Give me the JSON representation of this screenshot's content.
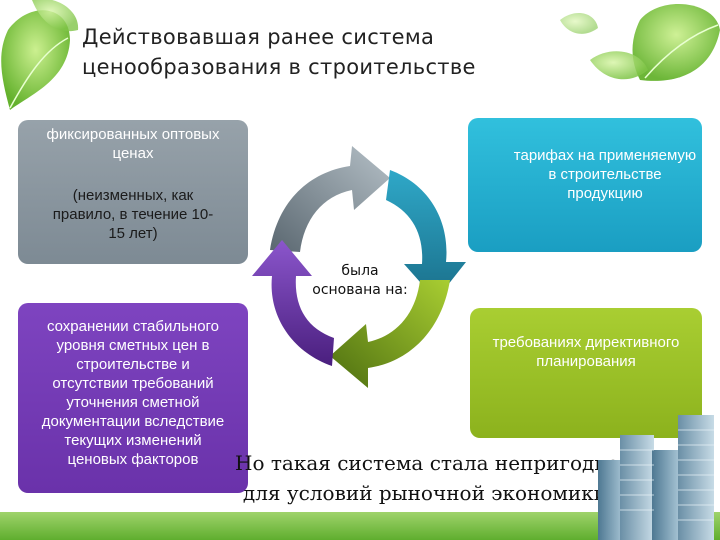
{
  "title": {
    "line1": "Действовавшая ранее система",
    "line2": "ценообразования в строительстве"
  },
  "center": {
    "line1": "была",
    "line2": "основана на:"
  },
  "boxes": {
    "top_left": {
      "lines_a": [
        "фиксированных оптовых",
        "ценах"
      ],
      "lines_b": [
        "(неизменных, как",
        "правило, в течение 10-",
        "15 лет)"
      ]
    },
    "top_right": {
      "lines": [
        "тарифах на применяемую",
        "в строительстве",
        "продукцию"
      ]
    },
    "bottom_left": {
      "lines": [
        "сохранении стабильного",
        "уровня сметных цен в",
        "строительстве и",
        "отсутствии требований",
        "уточнения сметной",
        "документации вследствие",
        "текущих изменений",
        "ценовых факторов"
      ]
    },
    "bottom_right": {
      "lines": [
        "требованиях директивного",
        "планирования"
      ]
    }
  },
  "footnote": {
    "line1": "Но такая система стала непригодна",
    "line2": "для условий рыночной экономики"
  },
  "colors": {
    "gray_box": "#8a959e",
    "cyan_box": "#22aed0",
    "purple_box": "#7340b4",
    "green_box": "#9cc22a"
  }
}
